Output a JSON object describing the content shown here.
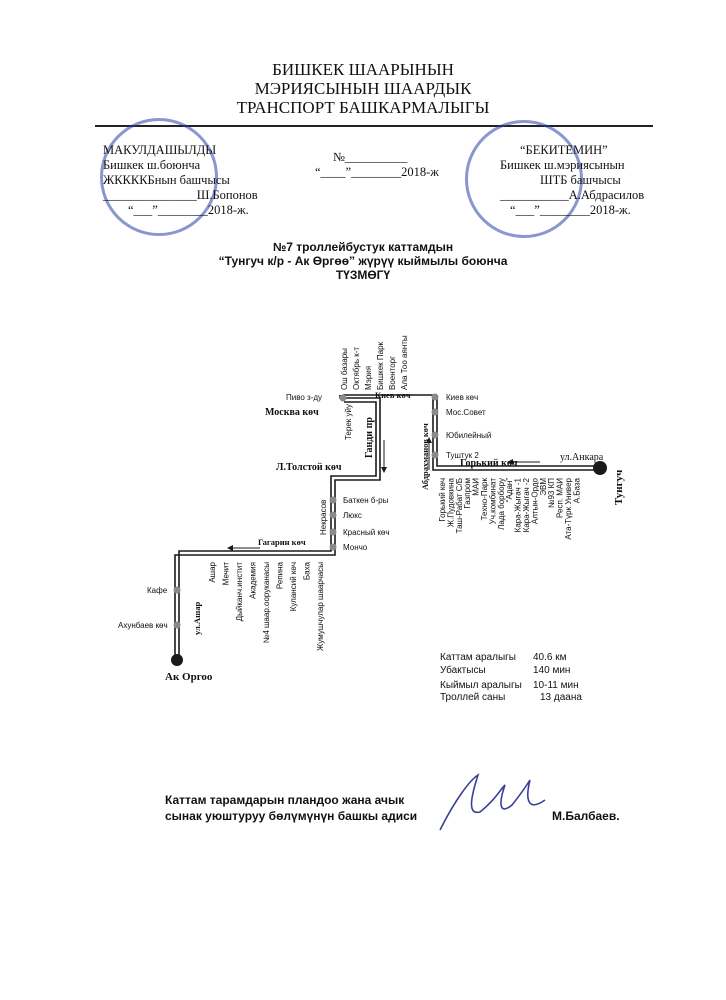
{
  "header": {
    "line1": "БИШКЕК ШААРЫНЫН",
    "line2": "МЭРИЯСЫНЫН ШААРДЫК",
    "line3": "ТРАНСПОРТ БАШКАРМАЛЫГЫ"
  },
  "approve_left": {
    "l1": "МАКУЛДАШЫЛДЫ",
    "l2": "Бишкек ш.боюнча",
    "l3": "ЖККККБнын башчысы",
    "l4": "_______________Ш.Бопонов",
    "l5": "“___”________2018-ж."
  },
  "doc_number": {
    "l1": "№__________",
    "l2": "“____”________2018-ж"
  },
  "approve_right": {
    "l1": "“БЕКИТЕМИН”",
    "l2": "Бишкек ш.мэриясынын",
    "l3": "ШТБ башчысы",
    "l4": "___________А.Абдрасилов",
    "l5": "“___”________2018-ж."
  },
  "title": {
    "l1": "№7  троллейбустук каттамдын",
    "l2": "“Тунгуч к/р - Ак Өргөө” жүрүү кыймылы боюнча",
    "l3": "ТҮЗМӨГҮ"
  },
  "map": {
    "ends": {
      "start": "Ак Оргоо",
      "finish": "Тунгуч"
    },
    "streets": {
      "moskva": "Москва көч",
      "kiev": "Киев көч",
      "gandi": "Ганди пр",
      "tolstoy": "Л.Толстой көч",
      "abdrahmanov": "Абдрахманов көч",
      "gorkiy": "Горький көч",
      "ankara": "ул.Анкара",
      "nekrasov": "Некрасов",
      "gagarin": "Гагарин көч",
      "ashar": "ул.Ашар"
    },
    "stops": {
      "pivo": "Пиво з-ду",
      "top": [
        "Ош базары",
        "Октябрь к-т",
        "Мэрия",
        "Бишкек Парк",
        "Военторг",
        "Ала Тоо аянты"
      ],
      "terek": "Терек уйу",
      "abdr": [
        "Киев көч",
        "Мос.Совет",
        "Юбилейный",
        "Туштук 2"
      ],
      "gorkiy_list": [
        "Горький көч",
        "Ж.Пудовкина",
        "Таш-Рабат С/Б",
        "Газпром",
        "МАИ",
        "Техно-Парк",
        "Уч.комбинат",
        "Лада борбору",
        "“Адан”",
        "Кара-Жыгач -1",
        "Кара-Жыгач -2",
        "Алтын-Ордо",
        "ЭВМ",
        "№93 КП",
        "Респ. МАИ",
        "Ата-Түрк Универ",
        "А.База"
      ],
      "nekrasov_list": [
        "Баткен б-ры",
        "Люкс",
        "Красный көч",
        "Мончо"
      ],
      "gagarin_list": [
        "Ашар",
        "Мечит",
        "Дыйканч.инстит",
        "Академия",
        "№4 шаар.ооруканасы",
        "Репина",
        "Кулансий көч",
        "Баха",
        "Жумушчулар шаарчасы"
      ],
      "left": [
        "Кафе",
        "Ахунбаев көч"
      ]
    },
    "stats": {
      "length_label": "Каттам аралыгы",
      "length_value": "40.6 км",
      "time_label": "Убактысы",
      "time_value": "140 мин",
      "interval_label": "Кыймыл аралыгы",
      "interval_value": "10-11 мин",
      "count_label": "Троллей саны",
      "count_value": "13 даана"
    }
  },
  "footer": {
    "l1": "Каттам тарамдарын пландоо жана ачык",
    "l2": "сынак уюштуруу бөлүмүнүн башкы адиси",
    "name": "М.Балбаев."
  },
  "colors": {
    "stamp": "#2a3fa8",
    "route": "#1a1a1a",
    "stop": "#8a8a8a"
  }
}
